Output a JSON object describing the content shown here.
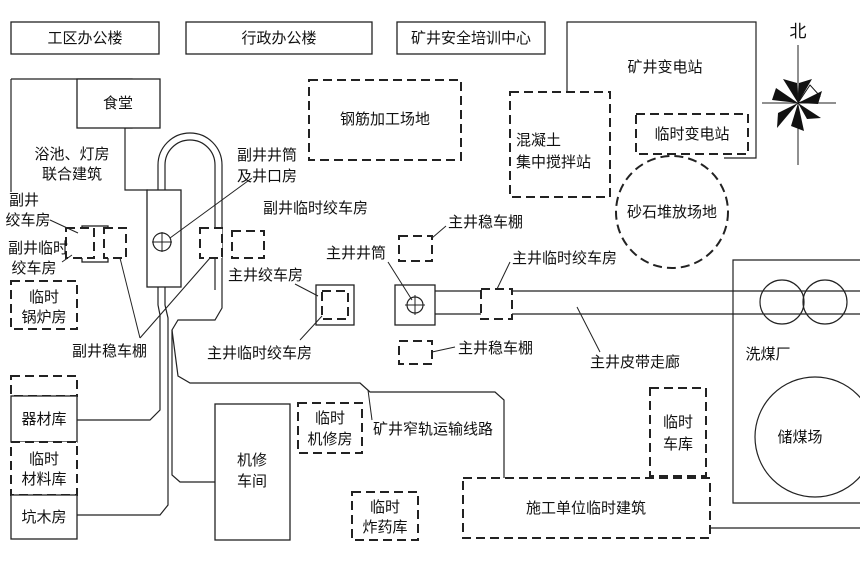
{
  "labels": {
    "gongqu": "工区办公楼",
    "xingzheng": "行政办公楼",
    "peixun": "矿井安全培训中心",
    "biandianzhan": "矿井变电站",
    "north": "北",
    "shitang": "食堂",
    "yuchi1": "浴池、灯房",
    "yuchi2": "联合建筑",
    "fujing1": "副井井筒",
    "fujing2": "及井口房",
    "gangjin": "钢筋加工场地",
    "hunningtu1": "混凝土",
    "hunningtu2": "集中搅拌站",
    "linshibiandian": "临时变电站",
    "fujiaoche1": "副井",
    "fujiaoche2": "绞车房",
    "fulinshijiao1": "副井临时",
    "fulinshijiao2": "绞车房",
    "fujinglinshi_top": "副井临时绞车房",
    "zhuwenchepeng_top": "主井稳车棚",
    "shashi": "砂石堆放场地",
    "zhujinglinshi_top": "主井临时绞车房",
    "zhujingtong": "主井井筒",
    "zhujiaoche": "主井绞车房",
    "guolu1": "临时",
    "guolu2": "锅炉房",
    "fuwenchepeng": "副井稳车棚",
    "zhujinglinshi_bot": "主井临时绞车房",
    "zhuwenchepeng_bot": "主井稳车棚",
    "pidai": "主井皮带走廊",
    "ximeichang": "洗煤厂",
    "qicaiku": "器材库",
    "cailiao1": "临时",
    "cailiao2": "材料库",
    "kengmu": "坑木房",
    "jixiu1": "机修",
    "jixiu2": "车间",
    "linjixiu1": "临时",
    "linjixiu2": "机修房",
    "zhaigui": "矿井窄轨运输线路",
    "cheku1": "临时",
    "cheku2": "车库",
    "chumei": "储煤场",
    "shigong": "施工单位临时建筑",
    "zhayao1": "临时",
    "zhayao2": "炸药库"
  }
}
